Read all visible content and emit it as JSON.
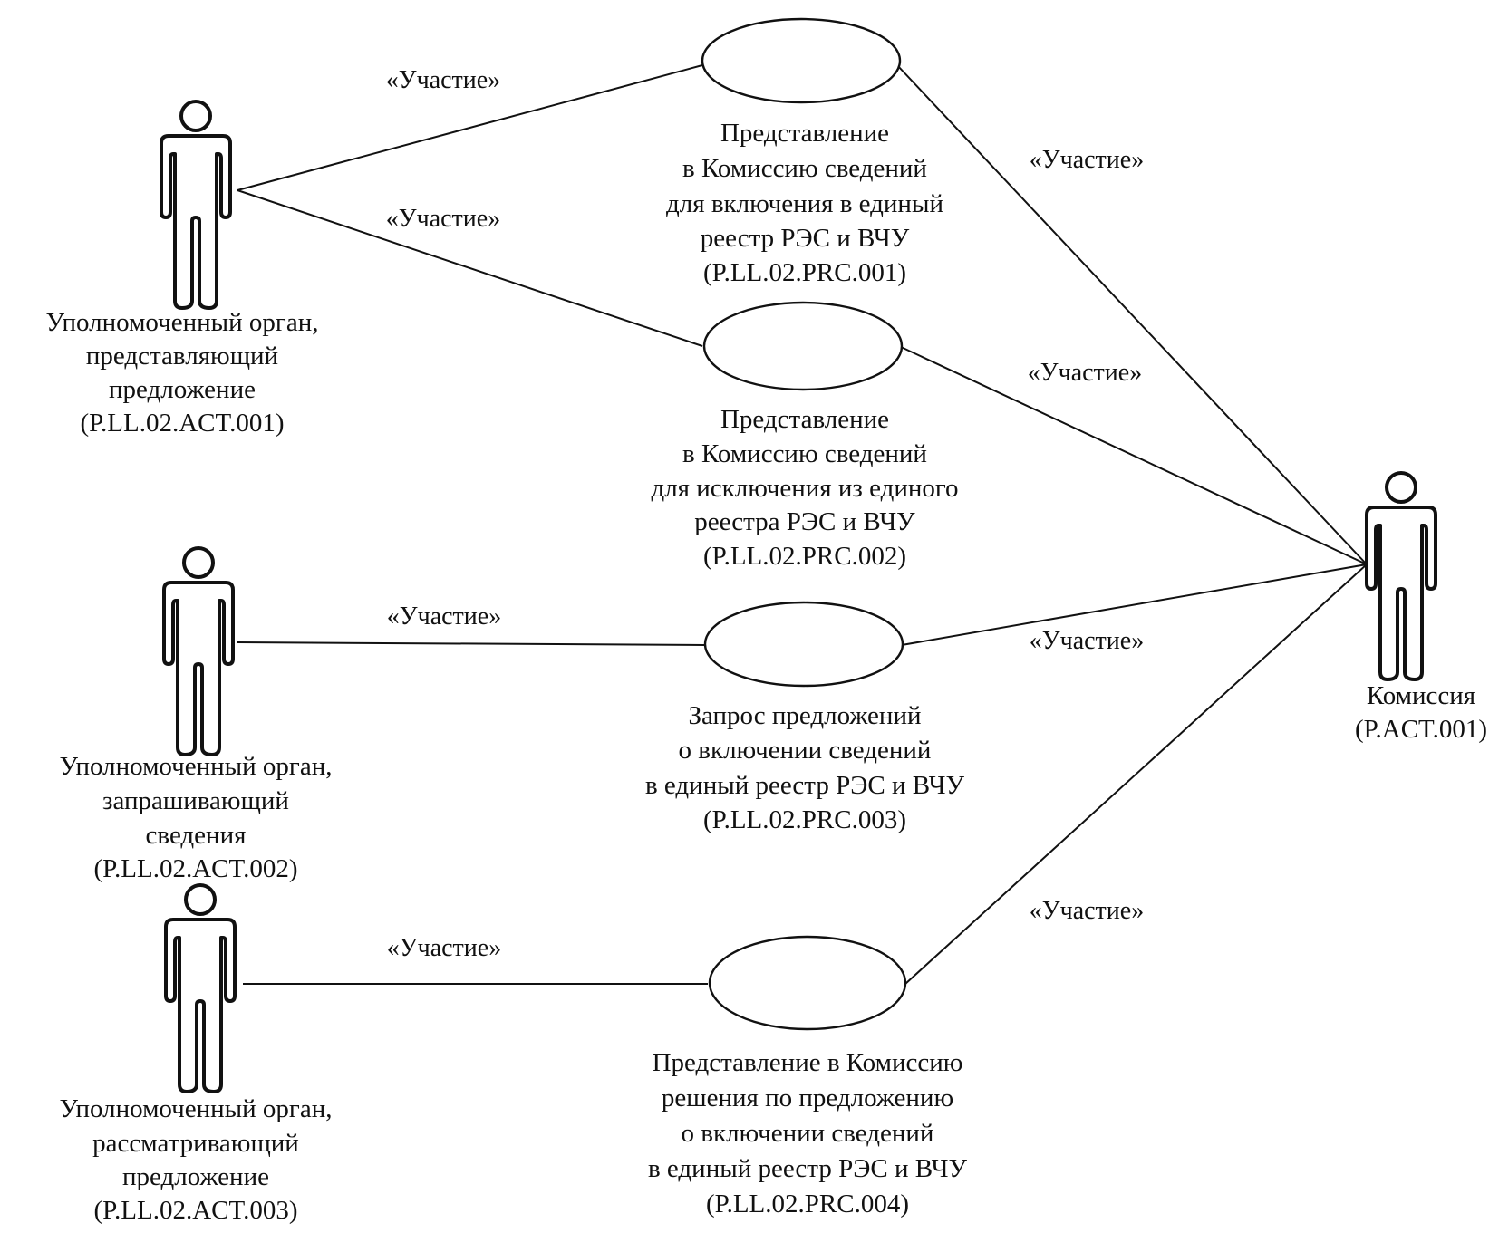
{
  "actors": [
    {
      "id": "actor-1",
      "lines": [
        "Уполномоченный орган,",
        "представляющий",
        "предложение",
        "(P.LL.02.ACT.001)"
      ]
    },
    {
      "id": "actor-2",
      "lines": [
        "Уполномоченный орган,",
        "запрашивающий",
        "сведения",
        "(P.LL.02.ACT.002)"
      ]
    },
    {
      "id": "actor-3",
      "lines": [
        "Уполномоченный орган,",
        "рассматривающий",
        "предложение",
        "(P.LL.02.ACT.003)"
      ]
    },
    {
      "id": "actor-commission",
      "lines": [
        "Комиссия",
        "(P.ACT.001)"
      ]
    }
  ],
  "use_cases": [
    {
      "id": "uc-1",
      "lines": [
        "Представление",
        "в Комиссию сведений",
        "для включения в единый",
        "реестр РЭС и ВЧУ",
        "(P.LL.02.PRC.001)"
      ]
    },
    {
      "id": "uc-2",
      "lines": [
        "Представление",
        "в Комиссию сведений",
        "для исключения из единого",
        "реестра РЭС и ВЧУ",
        "(P.LL.02.PRC.002)"
      ]
    },
    {
      "id": "uc-3",
      "lines": [
        "Запрос предложений",
        "о включении сведений",
        "в единый реестр РЭС и ВЧУ",
        "(P.LL.02.PRC.003)"
      ]
    },
    {
      "id": "uc-4",
      "lines": [
        "Представление в Комиссию",
        "решения по предложению",
        "о включении сведений",
        "в единый реестр РЭС и ВЧУ",
        "(P.LL.02.PRC.004)"
      ]
    }
  ],
  "associations": [
    {
      "from": "actor-1",
      "to": "uc-1",
      "label": "«Участие»"
    },
    {
      "from": "actor-1",
      "to": "uc-2",
      "label": "«Участие»"
    },
    {
      "from": "actor-2",
      "to": "uc-3",
      "label": "«Участие»"
    },
    {
      "from": "actor-3",
      "to": "uc-4",
      "label": "«Участие»"
    },
    {
      "from": "uc-1",
      "to": "actor-commission",
      "label": "«Участие»"
    },
    {
      "from": "uc-2",
      "to": "actor-commission",
      "label": "«Участие»"
    },
    {
      "from": "uc-3",
      "to": "actor-commission",
      "label": "«Участие»"
    },
    {
      "from": "uc-4",
      "to": "actor-commission",
      "label": "«Участие»"
    }
  ]
}
